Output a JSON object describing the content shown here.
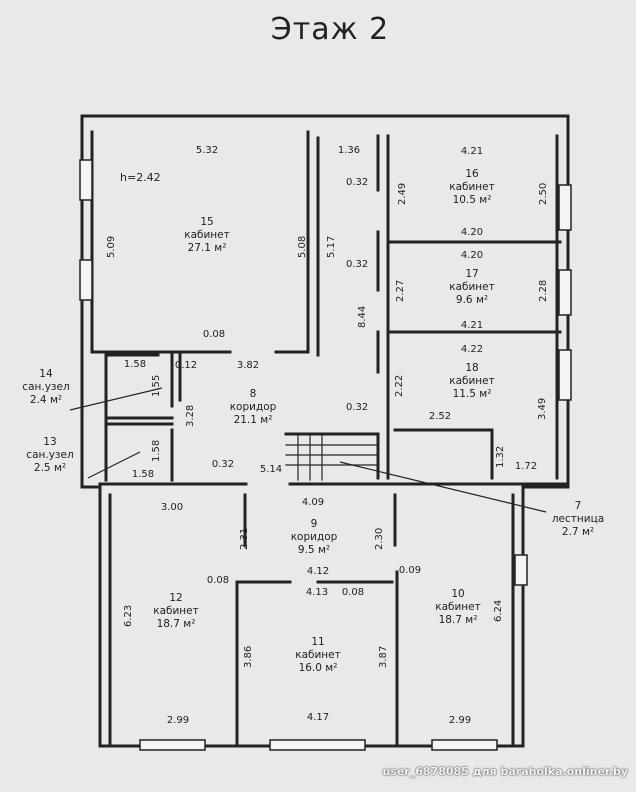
{
  "title": "Этаж 2",
  "ceiling": "h=2.42",
  "watermark": "user_6878085 для baraholka.onliner.by",
  "rooms": {
    "r15": {
      "num": "15",
      "name": "кабинет",
      "area": "27.1 м²"
    },
    "r16": {
      "num": "16",
      "name": "кабинет",
      "area": "10.5 м²"
    },
    "r17": {
      "num": "17",
      "name": "кабинет",
      "area": "9.6 м²"
    },
    "r18": {
      "num": "18",
      "name": "кабинет",
      "area": "11.5 м²"
    },
    "r8": {
      "num": "8",
      "name": "коридор",
      "area": "21.1 м²"
    },
    "r9": {
      "num": "9",
      "name": "коридор",
      "area": "9.5 м²"
    },
    "r10": {
      "num": "10",
      "name": "кабинет",
      "area": "18.7 м²"
    },
    "r11": {
      "num": "11",
      "name": "кабинет",
      "area": "16.0 м²"
    },
    "r12": {
      "num": "12",
      "name": "кабинет",
      "area": "18.7 м²"
    }
  },
  "external_labels": {
    "r14": {
      "num": "14",
      "name": "сан.узел",
      "area": "2.4 м²"
    },
    "r13": {
      "num": "13",
      "name": "сан.узел",
      "area": "2.5 м²"
    },
    "r7": {
      "num": "7",
      "name": "лестница",
      "area": "2.7 м²"
    }
  },
  "dims": {
    "d_532": "5.32",
    "d_509": "5.09",
    "d_508": "5.08",
    "d_517": "5.17",
    "d_008a": "0.08",
    "d_136": "1.36",
    "d_032a": "0.32",
    "d_032b": "0.32",
    "d_032c": "0.32",
    "d_032d": "0.32",
    "d_249": "2.49",
    "d_421a": "4.21",
    "d_250": "2.50",
    "d_420a": "4.20",
    "d_420b": "4.20",
    "d_227": "2.27",
    "d_228": "2.28",
    "d_844": "8.44",
    "d_421b": "4.21",
    "d_422": "4.22",
    "d_222": "2.22",
    "d_349": "3.49",
    "d_252": "2.52",
    "d_132": "1.32",
    "d_172": "1.72",
    "d_158a": "1.58",
    "d_155": "1.55",
    "d_012": "0.12",
    "d_382": "3.82",
    "d_328": "3.28",
    "d_158b": "1.58",
    "d_158c": "1.58",
    "d_514": "5.14",
    "d_300": "3.00",
    "d_231": "2.31",
    "d_409": "4.09",
    "d_230": "2.30",
    "d_008b": "0.08",
    "d_412": "4.12",
    "d_009": "0.09",
    "d_413": "4.13",
    "d_008c": "0.08",
    "d_623": "6.23",
    "d_386": "3.86",
    "d_387": "3.87",
    "d_624": "6.24",
    "d_299a": "2.99",
    "d_417": "4.17",
    "d_299b": "2.99"
  }
}
